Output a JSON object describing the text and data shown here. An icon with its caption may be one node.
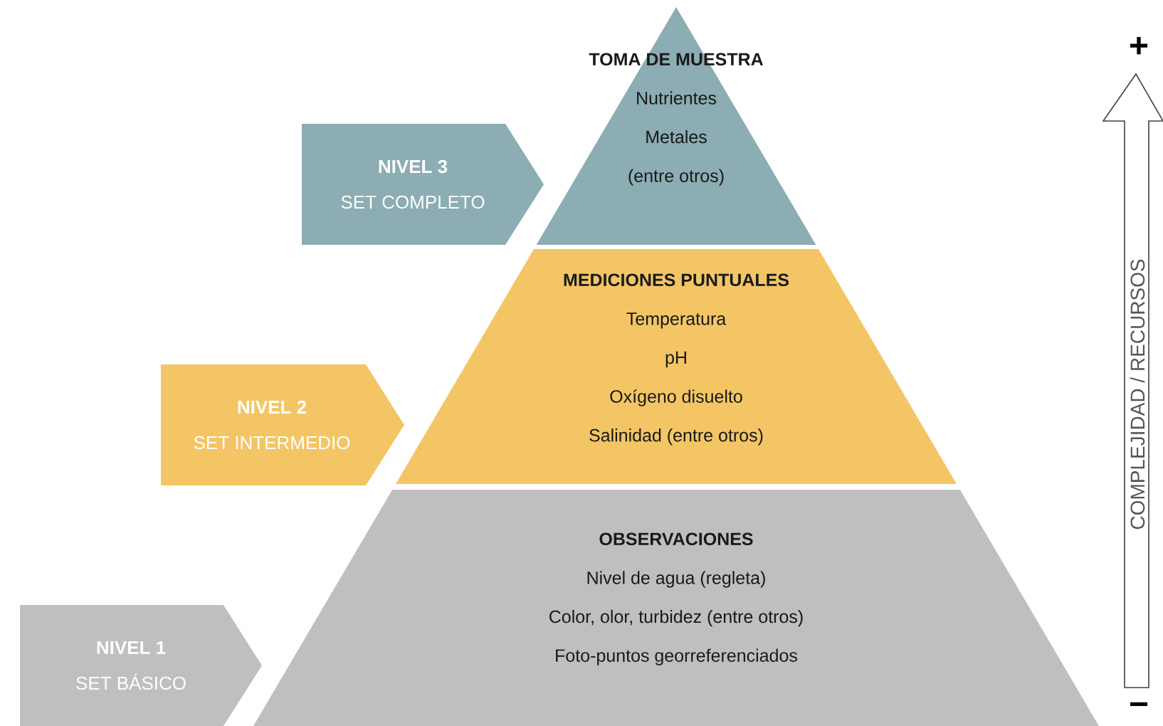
{
  "diagram": {
    "nodes": [
      {
        "text": [
          "TOMA DE MUESTRA",
          "Nutrientes",
          "Metales",
          "(entre otros)"
        ]
      },
      {
        "text": [
          "NIVEL 3",
          "SET COMPLETO"
        ]
      },
      {
        "text": [
          "MEDICIONES PUNTUALES",
          "Temperatura",
          "pH",
          "Oxígeno disuelto",
          "Salinidad (entre otros)"
        ]
      },
      {
        "text": [
          "NIVEL 2",
          "SET INTERMEDIO"
        ]
      },
      {
        "text": [
          "OBSERVACIONES",
          "Nivel de agua (regleta)",
          "Color, olor, turbidez (entre otros)",
          "Foto-puntos georreferenciados"
        ]
      },
      {
        "text": [
          "NIVEL 1",
          "SET BÁSICO"
        ]
      },
      {
        "text": [
          "COMPLEJIDAD / RECURSOS"
        ]
      }
    ],
    "labels": [
      "+",
      "−"
    ]
  }
}
